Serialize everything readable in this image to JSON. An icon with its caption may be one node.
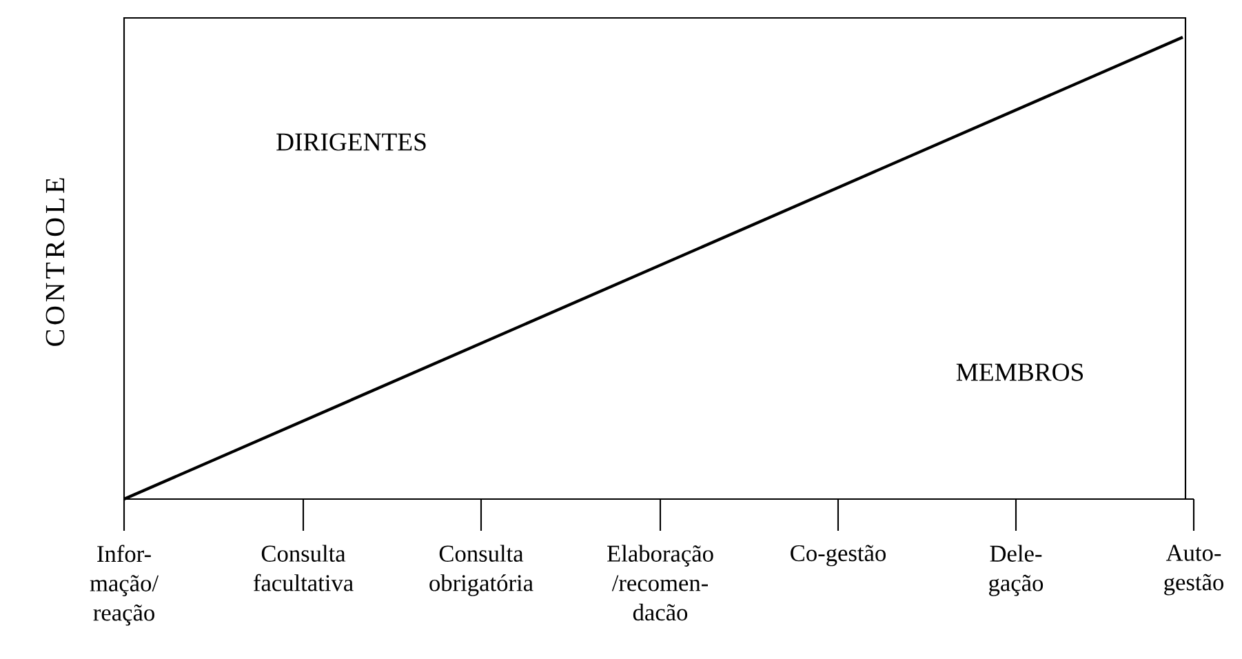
{
  "diagram": {
    "labels": [
      "CONTROLE",
      "DIRIGENTES",
      "MEMBROS",
      "Infor- mação/ reação",
      "Consulta facultativa",
      "Consulta obrigatória",
      "Elaboração /recomen- dacão",
      "Co-gestão",
      "Dele- gação",
      "Auto- gestão"
    ]
  }
}
